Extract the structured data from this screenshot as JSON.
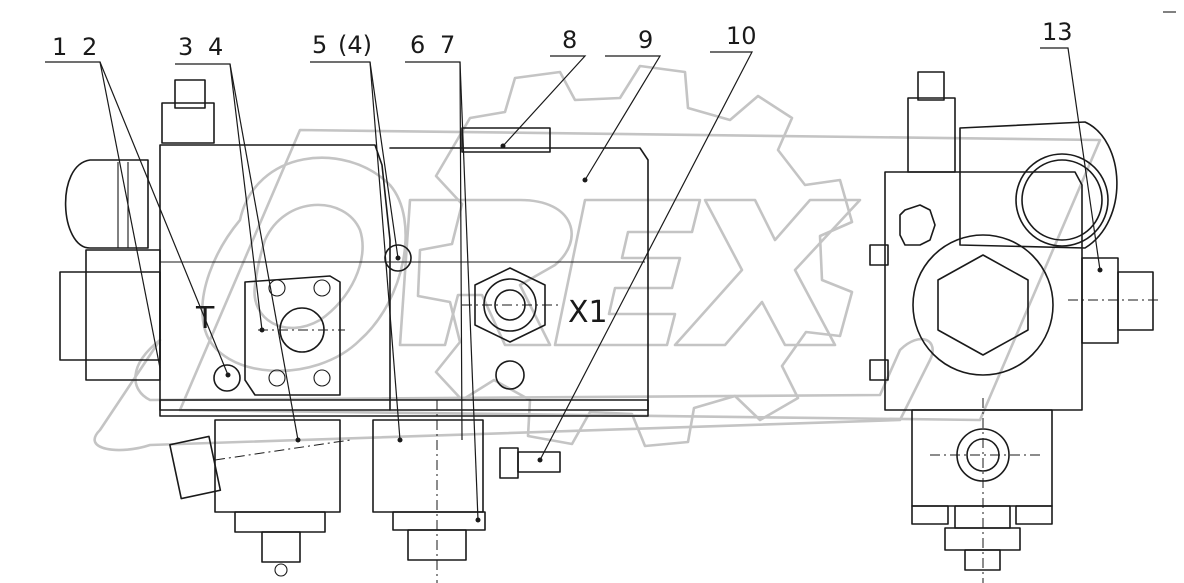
{
  "callouts": {
    "c1": "1",
    "c2": "2",
    "c3": "3",
    "c4": "4",
    "c5": "5",
    "c5b": "(4)",
    "c6": "6",
    "c7": "7",
    "c8": "8",
    "c9": "9",
    "c10": "10",
    "c13": "13"
  },
  "ports": {
    "t": "T",
    "x1": "X1"
  },
  "watermark": "OREX",
  "colors": {
    "line": "#1a1a1a",
    "watermark": "#c4c4c4",
    "background": "#ffffff"
  }
}
